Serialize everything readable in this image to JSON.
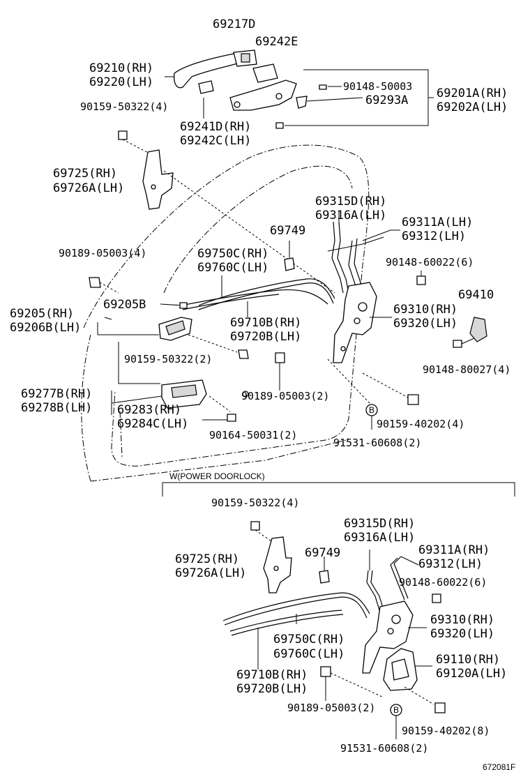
{
  "diagram": {
    "top_labels": [
      {
        "id": "l69217d",
        "text": "69217D"
      },
      {
        "id": "l69242e",
        "text": "69242E"
      },
      {
        "id": "l69210",
        "text": "69210(RH)"
      },
      {
        "id": "l69220",
        "text": "69220(LH)"
      },
      {
        "id": "l90148_50003",
        "text": "90148-50003"
      },
      {
        "id": "l69293a",
        "text": "69293A"
      },
      {
        "id": "l69201a",
        "text": "69201A(RH)"
      },
      {
        "id": "l69202a",
        "text": "69202A(LH)"
      },
      {
        "id": "l90159_50322_top",
        "text": "90159-50322(4)"
      },
      {
        "id": "l69241d",
        "text": "69241D(RH)"
      },
      {
        "id": "l69242c",
        "text": "69242C(LH)"
      },
      {
        "id": "l69725_top",
        "text": "69725(RH)"
      },
      {
        "id": "l69726a_top",
        "text": "69726A(LH)"
      },
      {
        "id": "l69315d_top",
        "text": "69315D(RH)"
      },
      {
        "id": "l69316a_top",
        "text": "69316A(LH)"
      },
      {
        "id": "l69311a_top",
        "text": "69311A(LH)"
      },
      {
        "id": "l69312_top",
        "text": "69312(LH)"
      },
      {
        "id": "l69749_top",
        "text": "69749"
      },
      {
        "id": "l90189_05003_4",
        "text": "90189-05003(4)"
      },
      {
        "id": "l69750c_top",
        "text": "69750C(RH)"
      },
      {
        "id": "l69760c_top",
        "text": "69760C(LH)"
      },
      {
        "id": "l90148_60022_top",
        "text": "90148-60022(6)"
      },
      {
        "id": "l69410",
        "text": "69410"
      },
      {
        "id": "l69205",
        "text": "69205(RH)"
      },
      {
        "id": "l69205b",
        "text": "69205B"
      },
      {
        "id": "l69206b",
        "text": "69206B(LH)"
      },
      {
        "id": "l69710b_top",
        "text": "69710B(RH)"
      },
      {
        "id": "l69720b_top",
        "text": "69720B(LH)"
      },
      {
        "id": "l69310_top",
        "text": "69310(RH)"
      },
      {
        "id": "l69320_top",
        "text": "69320(LH)"
      },
      {
        "id": "l90148_80027",
        "text": "90148-80027(4)"
      },
      {
        "id": "l90159_50322_2",
        "text": "90159-50322(2)"
      },
      {
        "id": "l69277b",
        "text": "69277B(RH)"
      },
      {
        "id": "l69278b",
        "text": "69278B(LH)"
      },
      {
        "id": "l90189_05003_2_top",
        "text": "90189-05003(2)"
      },
      {
        "id": "l69283",
        "text": "69283(RH)"
      },
      {
        "id": "l69284c",
        "text": "69284C(LH)"
      },
      {
        "id": "l90159_40202_4",
        "text": "90159-40202(4)"
      },
      {
        "id": "l90164_50031",
        "text": "90164-50031(2)"
      },
      {
        "id": "l91531_top",
        "text": "91531-60608(2)"
      }
    ],
    "section_title": "W(POWER DOORLOCK)",
    "bottom_labels": [
      {
        "id": "b90159_50322",
        "text": "90159-50322(4)"
      },
      {
        "id": "b69315d",
        "text": "69315D(RH)"
      },
      {
        "id": "b69316a",
        "text": "69316A(LH)"
      },
      {
        "id": "b69311a",
        "text": "69311A(RH)"
      },
      {
        "id": "b69725",
        "text": "69725(RH)"
      },
      {
        "id": "b69749",
        "text": "69749"
      },
      {
        "id": "b69312",
        "text": "69312(LH)"
      },
      {
        "id": "b69726a",
        "text": "69726A(LH)"
      },
      {
        "id": "b90148_60022",
        "text": "90148-60022(6)"
      },
      {
        "id": "b69310",
        "text": "69310(RH)"
      },
      {
        "id": "b69750c",
        "text": "69750C(RH)"
      },
      {
        "id": "b69320",
        "text": "69320(LH)"
      },
      {
        "id": "b69760c",
        "text": "69760C(LH)"
      },
      {
        "id": "b69110",
        "text": "69110(RH)"
      },
      {
        "id": "b69710b",
        "text": "69710B(RH)"
      },
      {
        "id": "b69120a",
        "text": "69120A(LH)"
      },
      {
        "id": "b69720b",
        "text": "69720B(LH)"
      },
      {
        "id": "b90189_05003",
        "text": "90189-05003(2)"
      },
      {
        "id": "b90159_40202",
        "text": "90159-40202(8)"
      },
      {
        "id": "b91531",
        "text": "91531-60608(2)"
      }
    ],
    "callout_letter": "B",
    "figure_code": "672081F"
  }
}
